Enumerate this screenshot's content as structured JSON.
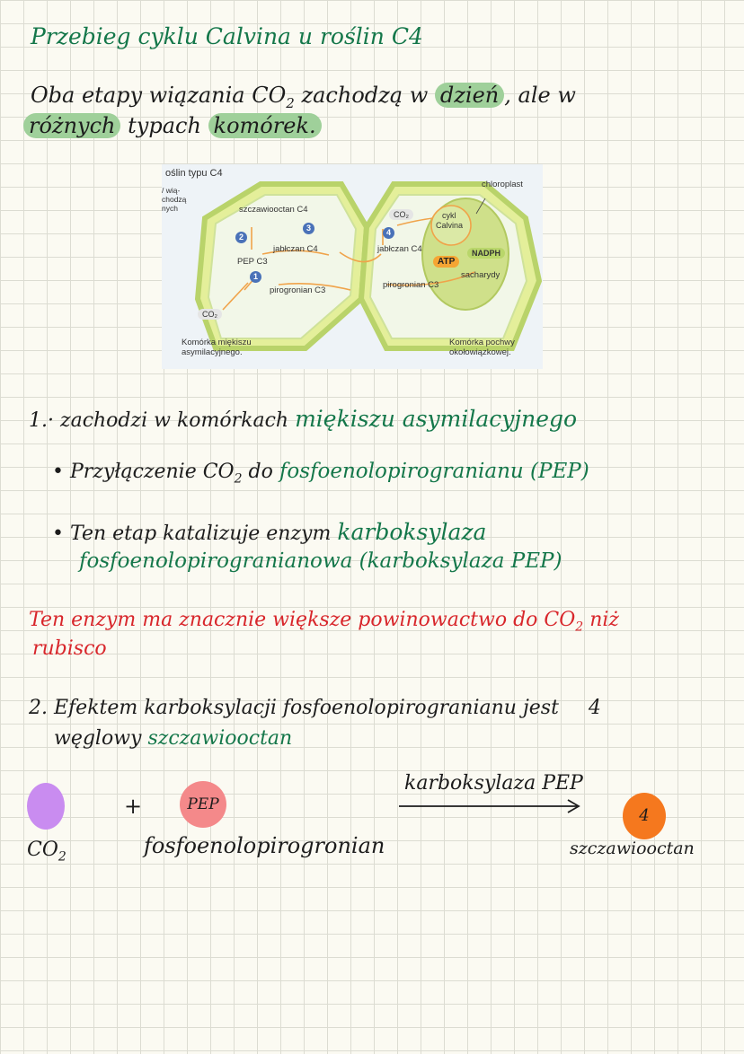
{
  "title": "Przebieg cyklu Calvina u roślin C4",
  "intro": {
    "line1_a": "Oba etapy wiązania CO",
    "line1_sub": "2",
    "line1_b": "zachodzą w",
    "line1_hl": "dzień",
    "line1_c": ", ale w",
    "line2_hl1": "różnych",
    "line2_a": "typach",
    "line2_hl2": "komórek."
  },
  "diagram": {
    "corner_title": "oślin typu C4",
    "corner_sub1": "/ wią-",
    "corner_sub2": "chodzą",
    "corner_sub3": "nych",
    "chloroplast": "chloroplast",
    "oxaloacetate": "szczawiooctan C4",
    "malate_left": "jabłczan C4",
    "malate_right": "jabłczan C4",
    "pep": "PEP C3",
    "pyruvate_left": "pirogronian C3",
    "pyruvate_right": "pirogronian C3",
    "co2_bottom": "CO₂",
    "co2_top": "CO₂",
    "calvin": "cykl Calvina",
    "calvin_1": "cykl",
    "calvin_2": "Calvina",
    "atp": "ATP",
    "nadph": "NADPH",
    "sugars": "sacharydy",
    "n1": "1",
    "n2": "2",
    "n3": "3",
    "n4": "4",
    "cell_left_1": "Komórka miękiszu",
    "cell_left_2": "asymilacyjnego.",
    "cell_right_1": "Komórka pochwy",
    "cell_right_2": "okołowiązkowej."
  },
  "point1": {
    "num": "1.·",
    "text_a": "zachodzi w komórkach",
    "text_b": "miękiszu asymilacyjnego",
    "bullet1_a": "Przyłączenie CO",
    "bullet1_sub": "2",
    "bullet1_b": "do",
    "bullet1_c": "fosfoenolopirogranianu (PEP)",
    "bullet2_a": "Ten etap katalizuje enzym",
    "bullet2_b": "karboksylaza",
    "bullet2_c": "fosfoenolopirogranianowa (karboksylaza PEP)"
  },
  "note": {
    "line1_a": "Ten enzym ma znacznie większe powinowactwo do CO",
    "line1_sub": "2",
    "line1_b": "niż",
    "line2": "rubisco"
  },
  "point2": {
    "line1_a": "2. Efektem karboksylacji fosfoenolopirogranianu jest",
    "line1_b": "4",
    "line2_a": "węglowy",
    "line2_b": "szczawiooctan"
  },
  "equation": {
    "plus": "+",
    "pep_circle": "PEP",
    "enzyme": "karboksylaza PEP",
    "product_circle": "4",
    "co2": "CO",
    "co2_sub": "2",
    "pep_label": "fosfoenolopirogronian",
    "product_label": "szczawiooctan",
    "colors": {
      "co2": "#c98cf0",
      "pep": "#f4898a",
      "product": "#f5781e"
    }
  }
}
